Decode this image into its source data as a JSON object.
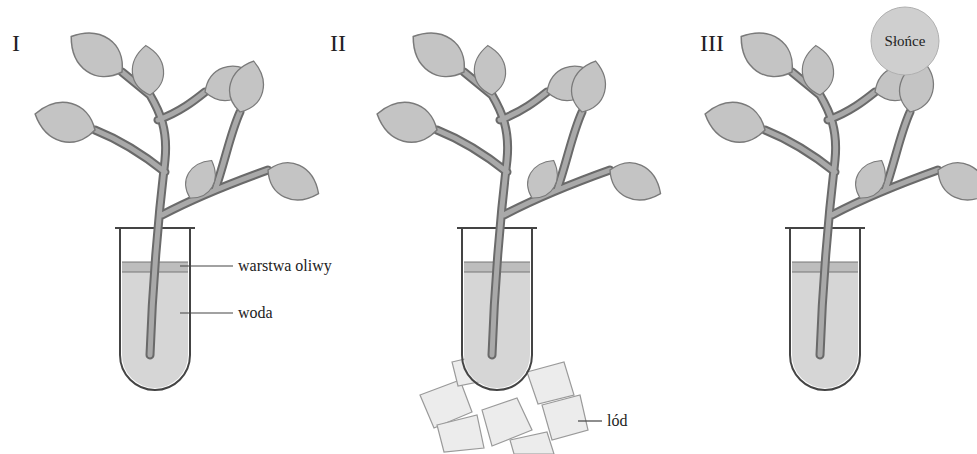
{
  "diagram": {
    "nodes": [
      {
        "text": [
          "Słońce"
        ]
      }
    ],
    "labels": [
      "I",
      "warstwa oliwy",
      "woda",
      "II",
      "lód",
      "III"
    ]
  }
}
